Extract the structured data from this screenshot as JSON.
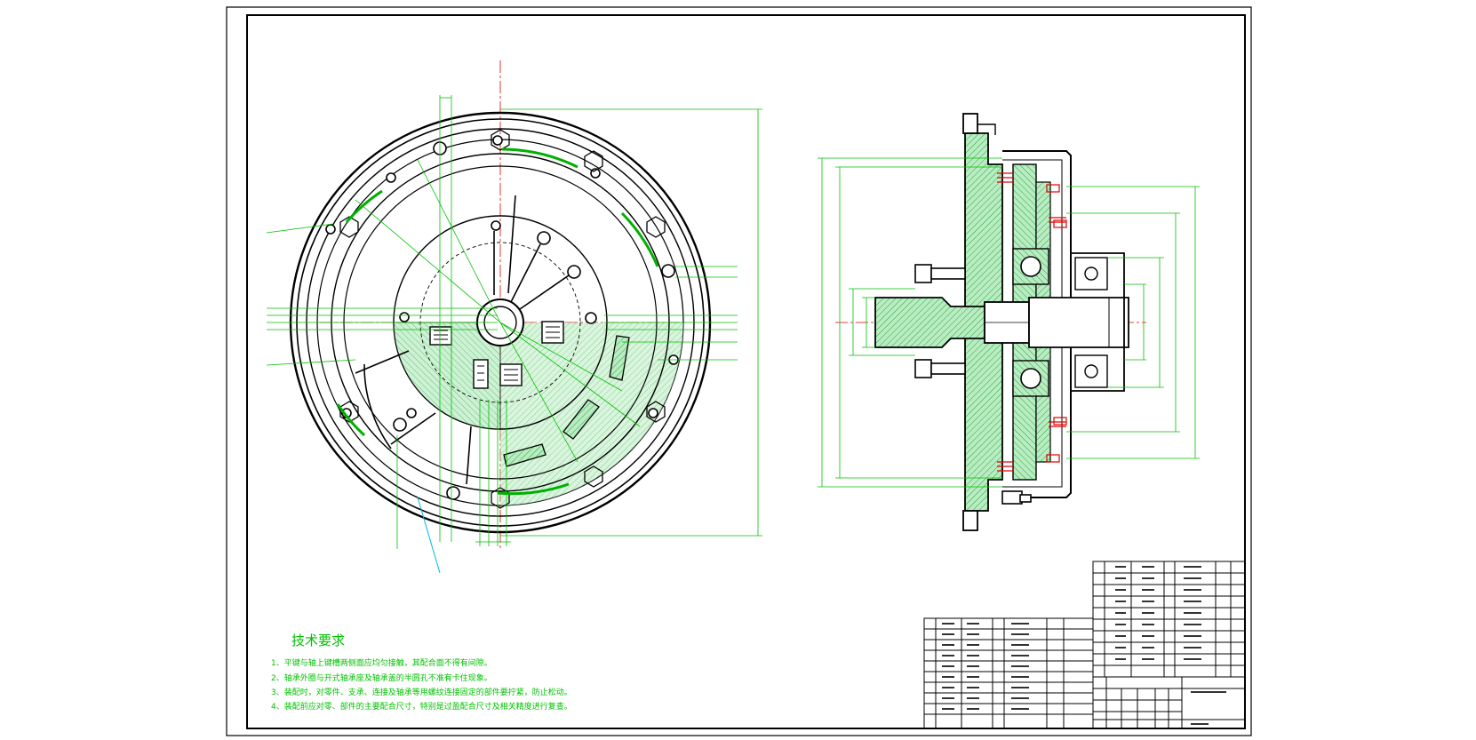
{
  "technical_requirements": {
    "title": "技术要求",
    "items": [
      "1、平键与轴上键槽两侧面应均匀接触，其配合面不得有间隙。",
      "2、轴承外圈与开式轴承座及轴承盖的半圆孔不准有卡住现象。",
      "3、装配时，对零件、支承、连接及轴承等用螺纹连接固定的部件要拧紧，防止松动。",
      "4、装配前应对零、部件的主要配合尺寸，特别是过盈配合尺寸及相关精度进行复查。"
    ]
  },
  "colors": {
    "outline": "#000000",
    "dimension": "#00c000",
    "hatch": "#00b000",
    "fill": "#a8e6b0",
    "centerline": "#e00000",
    "cut_plane": "#00b7e0"
  }
}
